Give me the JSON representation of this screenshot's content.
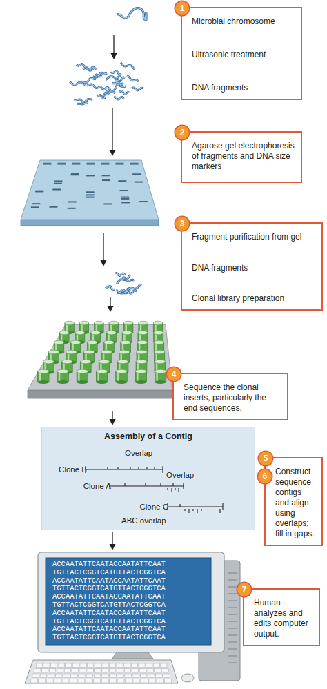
{
  "diagram": {
    "nodes": [
      {
        "text": [
          "1",
          "Microbial chromosome",
          "Ultrasonic treatment",
          "DNA fragments"
        ]
      },
      {
        "text": [
          "2",
          "Agarose gel electrophoresis of fragments and DNA size markers"
        ]
      },
      {
        "text": [
          "3",
          "Fragment purification from gel",
          "DNA fragments",
          "Clonal library preparation"
        ]
      },
      {
        "text": [
          "4",
          "Sequence the clonal inserts, particularly the end sequences."
        ]
      },
      {
        "text": [
          "Assembly of a Contig",
          "Overlap",
          "Clone B",
          "Overlap",
          "Clone A",
          "Clone C",
          "ABC overlap"
        ]
      },
      {
        "text": [
          "5",
          "6",
          "Construct sequence contigs and align using overlaps; fill in gaps."
        ]
      },
      {
        "text": [
          "7",
          "Human analyzes and edits computer output."
        ]
      }
    ],
    "labels": [
      "ACCAATATTCAATACCAATATTCAAT",
      "TGTTACTCGGTCATGTTACTCGGTCA",
      "ACCAATATTCAATACCAATATTCAAT",
      "TGTTACTCGGTCATGTTACTCGGTCA",
      "ACCAATATTCAATACCAATATTCAAT",
      "TGTTACTCGGTCATGTTACTCGGTCA",
      "ACCAATATTCAATACCAATATTCAAT",
      "TGTTACTCGGTCATGTTACTCGGTCA",
      "ACCAATATTCAATACCAATATTCAAT",
      "TGTTACTCGGTCATGTTACTCGGTCA"
    ]
  }
}
